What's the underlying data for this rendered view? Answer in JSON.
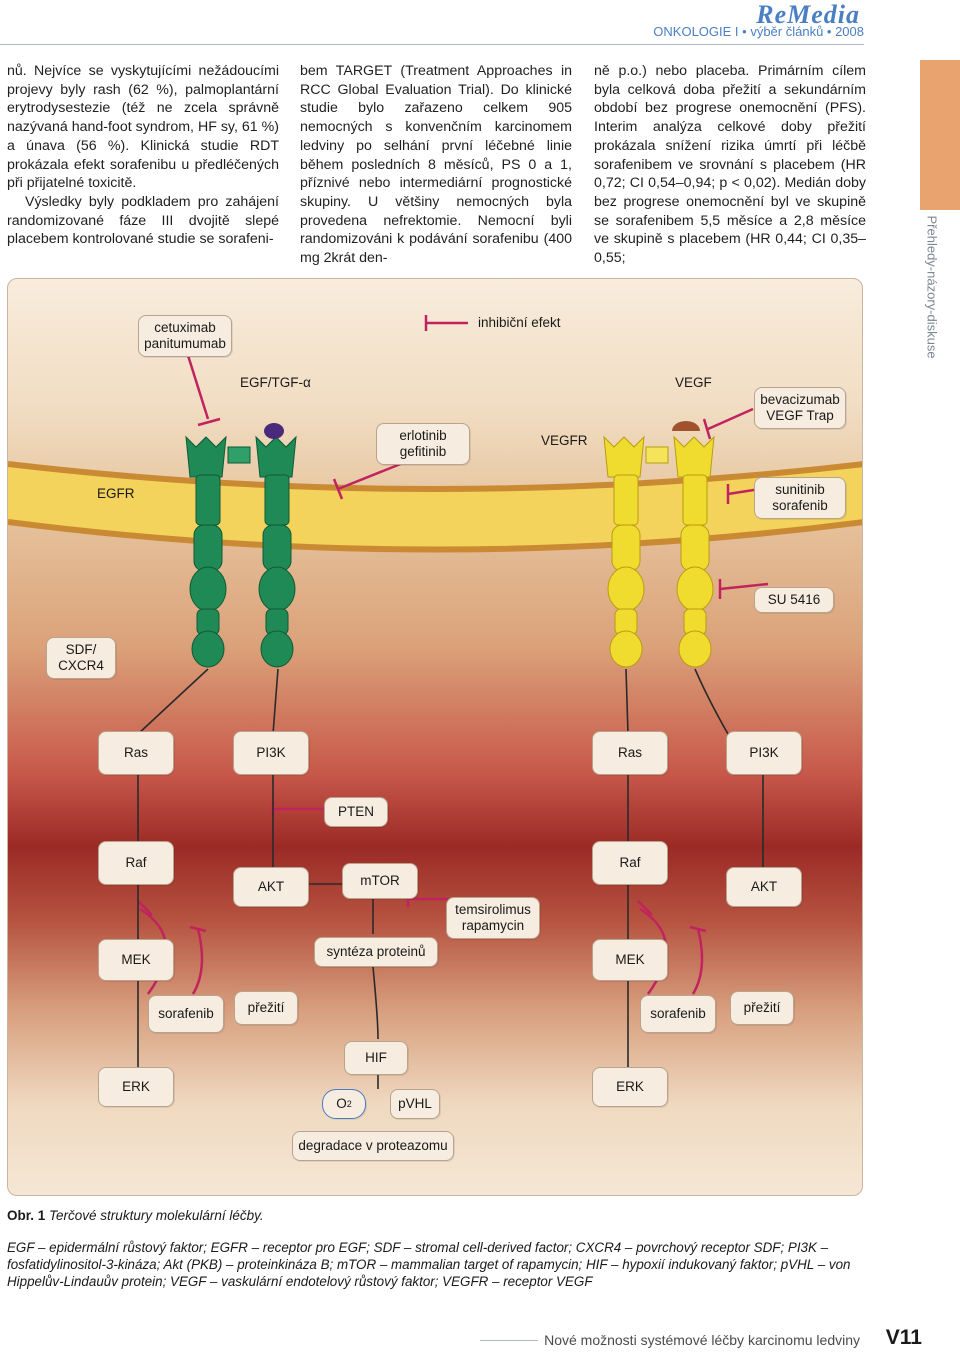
{
  "header": {
    "brand": "ReMedia",
    "subtitle": "ONKOLOGIE I • výběr článků • 2008"
  },
  "columns": {
    "col1": [
      "nů. Nejvíce se vyskytujícími nežádoucími projevy byly rash (62 %), palmoplantární erytrodysestezie (též ne zcela správně nazývaná hand-foot syndrom, HF sy, 61 %) a únava (56 %). Klinická studie RDT prokázala efekt sorafenibu u předléčených při přijatelné toxicitě.",
      "Výsledky byly podkladem pro zahájení randomizované fáze III dvojitě slepé placebem kontrolované studie se sorafeni-"
    ],
    "col2": [
      "bem TARGET (Treatment Approaches in RCC Global Evaluation Trial). Do klinické studie bylo zařazeno celkem 905 nemocných s konvenčním karcinomem ledviny po selhání první léčebné linie během posledních 8 měsíců, PS 0 a 1, příznivé nebo intermediární prognostické skupiny. U většiny nemocných byla provedena nefrektomie. Nemocní byli randomizováni k podávání sorafenibu (400 mg 2krát den-"
    ],
    "col3": [
      "ně p.o.) nebo placeba. Primárním cílem byla celková doba přežití a sekundárním období bez progrese onemocnění (PFS). Interim analýza celkové doby přežití prokázala snížení rizika úmrtí při léčbě sorafenibem ve srovnání s placebem (HR 0,72; CI 0,54–0,94; p < 0,02). Medián doby bez progrese onemocnění byl ve skupině se sorafenibem 5,5 měsíce a 2,8 měsíce ve skupině s placebem (HR 0,44; CI 0,35–0,55;"
    ]
  },
  "side_tab": {
    "label": "Přehledy-názory-diskuse",
    "color": "#e9a36e"
  },
  "figure": {
    "labels": {
      "cetuximab": "cetuximab\npanitumumab",
      "egf_tgf": "EGF/TGF-α",
      "inhibition": "inhibiční efekt",
      "erlotinib": "erlotinib\ngefitinib",
      "vegfr": "VEGFR",
      "vegf": "VEGF",
      "bevacizumab": "bevacizumab\nVEGF Trap",
      "egfr": "EGFR",
      "sunitinib": "sunitinib\nsorafenib",
      "su5416": "SU 5416",
      "sdf": "SDF/\nCXCR4",
      "ras_left": "Ras",
      "pi3k_left": "PI3K",
      "ras_right": "Ras",
      "pi3k_right": "PI3K",
      "pten": "PTEN",
      "raf_left": "Raf",
      "akt_left": "AKT",
      "mtor": "mTOR",
      "raf_right": "Raf",
      "akt_right": "AKT",
      "temsirolimus": "temsirolimus\nrapamycin",
      "mek_left": "MEK",
      "protein_synthesis": "syntéza proteinů",
      "mek_right": "MEK",
      "sorafenib_left": "sorafenib",
      "survival_left": "přežití",
      "sorafenib_right": "sorafenib",
      "survival_right": "přežití",
      "hif": "HIF",
      "erk_left": "ERK",
      "o2": "O",
      "o2_sub": "2",
      "pvhl": "pVHL",
      "erk_right": "ERK",
      "degradation": "degradace v proteazomu"
    },
    "colors": {
      "egfr_receptor": "#1f8a56",
      "vegfr_receptor": "#f0dc2e",
      "inhibit_line": "#c0235e",
      "membrane": "#f4d35c"
    }
  },
  "caption": {
    "number": "Obr. 1",
    "text": "Terčové struktury molekulární léčby."
  },
  "legend": "EGF – epidermální růstový faktor; EGFR – receptor pro EGF; SDF – stromal cell-derived factor; CXCR4 – povrchový receptor SDF; PI3K – fosfatidylinositol-3-kináza; Akt (PKB) – proteinkináza B; mTOR – mammalian target of rapamycin; HIF – hypoxií indukovaný faktor; pVHL – von Hippelův-Lindauův protein; VEGF – vaskulární endotelový růstový faktor; VEGFR – receptor VEGF",
  "footer": {
    "text": "Nové možnosti systémové léčby karcinomu ledviny",
    "page": "V11"
  }
}
